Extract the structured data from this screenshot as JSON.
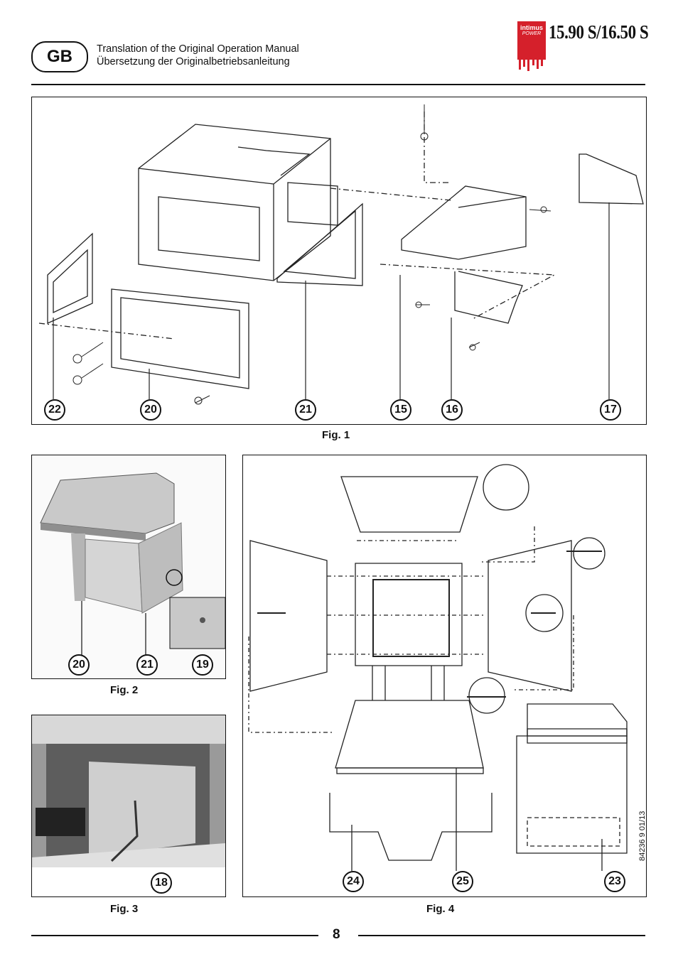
{
  "header": {
    "language_badge": "GB",
    "subtitle_line1": "Translation of the Original Operation Manual",
    "subtitle_line2": "Übersetzung der Originalbetriebsanleitung",
    "logo_brand": "intimus",
    "logo_sub": "POWER",
    "model": "15.90 S/16.50 S"
  },
  "figures": {
    "fig1": {
      "label": "Fig. 1",
      "callouts": [
        "22",
        "20",
        "21",
        "15",
        "16",
        "17"
      ]
    },
    "fig2": {
      "label": "Fig. 2",
      "callouts": [
        "20",
        "21",
        "19"
      ]
    },
    "fig3": {
      "label": "Fig. 3",
      "callouts": [
        "18"
      ]
    },
    "fig4": {
      "label": "Fig. 4",
      "callouts": [
        "24",
        "25",
        "23"
      ]
    }
  },
  "footer": {
    "page_number": "8",
    "doc_code": "84236 9 01/13"
  }
}
